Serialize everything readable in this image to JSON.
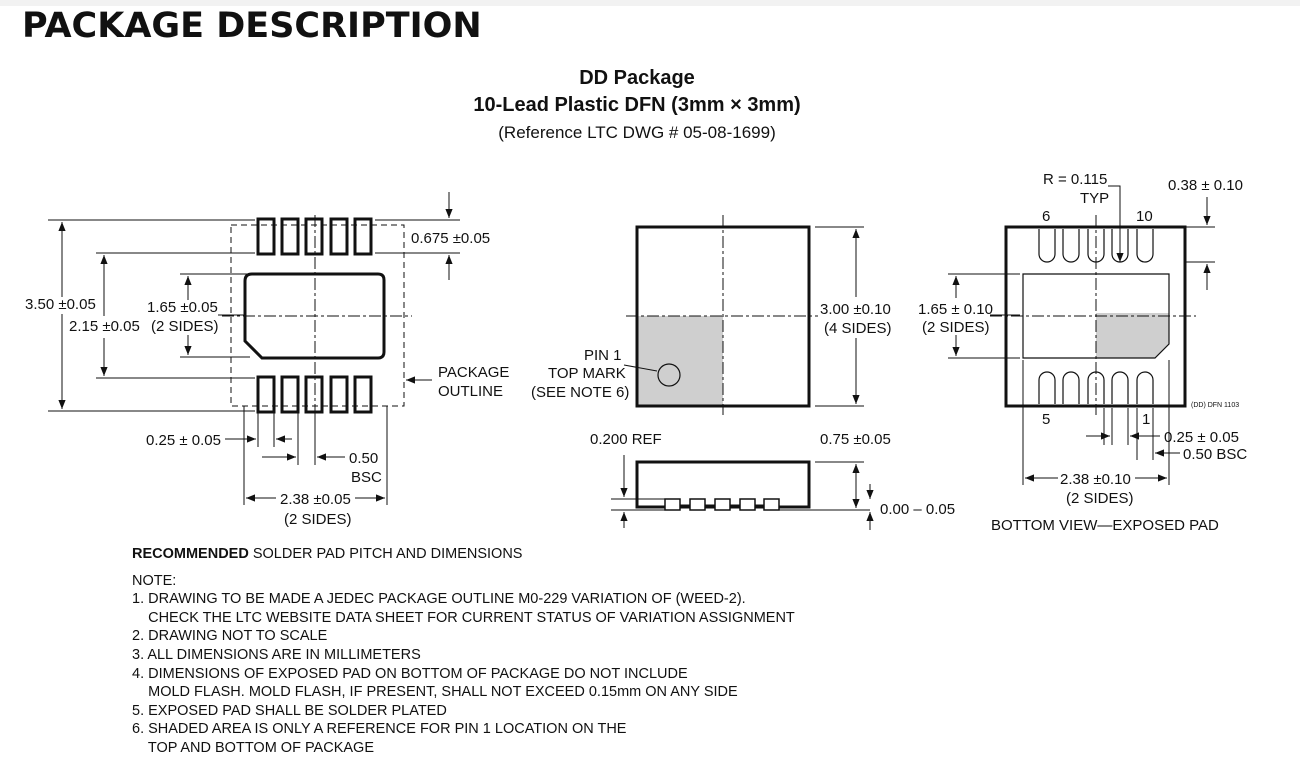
{
  "header": {
    "title": "PACKAGE DESCRIPTION"
  },
  "package": {
    "name": "DD Package",
    "subtitle": "10-Lead Plastic DFN (3mm × 3mm)",
    "reference": "(Reference LTC DWG # 05-08-1699)"
  },
  "left_view": {
    "d_0675": "0.675 ±0.05",
    "d_350": "3.50 ±0.05",
    "d_215": "2.15 ±0.05",
    "d_165": "1.65 ±0.05",
    "d_165b": "(2 SIDES)",
    "pkg_outline_1": "PACKAGE",
    "pkg_outline_2": "OUTLINE",
    "d_025": "0.25 ± 0.05",
    "d_050": "0.50",
    "d_050b": "BSC",
    "d_238": "2.38 ±0.05",
    "d_238b": "(2 SIDES)"
  },
  "top_view": {
    "pin1_1": "PIN 1",
    "pin1_2": "TOP MARK",
    "pin1_3": "(SEE NOTE 6)",
    "d_300": "3.00 ±0.10",
    "d_300b": "(4 SIDES)",
    "d_0200": "0.200 REF",
    "d_075": "0.75 ±0.05",
    "d_000": "0.00 – 0.05"
  },
  "bottom_view": {
    "r1": "R = 0.115",
    "r2": "TYP",
    "d_038": "0.38 ± 0.10",
    "pin6": "6",
    "pin10": "10",
    "pin5": "5",
    "pin1": "1",
    "d_165": "1.65 ± 0.10",
    "d_165b": "(2 SIDES)",
    "dwg": "(DD) DFN 1103",
    "d_025": "0.25 ± 0.05",
    "d_050": "0.50 BSC",
    "d_238": "2.38 ±0.10",
    "d_238b": "(2 SIDES)",
    "caption": "BOTTOM VIEW—EXPOSED PAD"
  },
  "recommended": {
    "bold": "RECOMMENDED",
    "rest": " SOLDER PAD PITCH AND DIMENSIONS"
  },
  "notes": {
    "heading": "NOTE:",
    "lines": [
      "1. DRAWING TO BE MADE A JEDEC PACKAGE OUTLINE M0-229 VARIATION OF (WEED-2).",
      "    CHECK THE LTC WEBSITE DATA SHEET FOR CURRENT STATUS OF VARIATION ASSIGNMENT",
      "2. DRAWING NOT TO SCALE",
      "3. ALL DIMENSIONS ARE IN MILLIMETERS",
      "4. DIMENSIONS OF EXPOSED PAD ON BOTTOM OF PACKAGE DO NOT INCLUDE",
      "    MOLD FLASH. MOLD FLASH, IF PRESENT, SHALL NOT EXCEED 0.15mm ON ANY SIDE",
      "5. EXPOSED PAD SHALL BE SOLDER PLATED",
      "6. SHADED AREA IS ONLY A REFERENCE FOR PIN 1 LOCATION ON THE",
      "    TOP AND BOTTOM OF PACKAGE"
    ]
  }
}
